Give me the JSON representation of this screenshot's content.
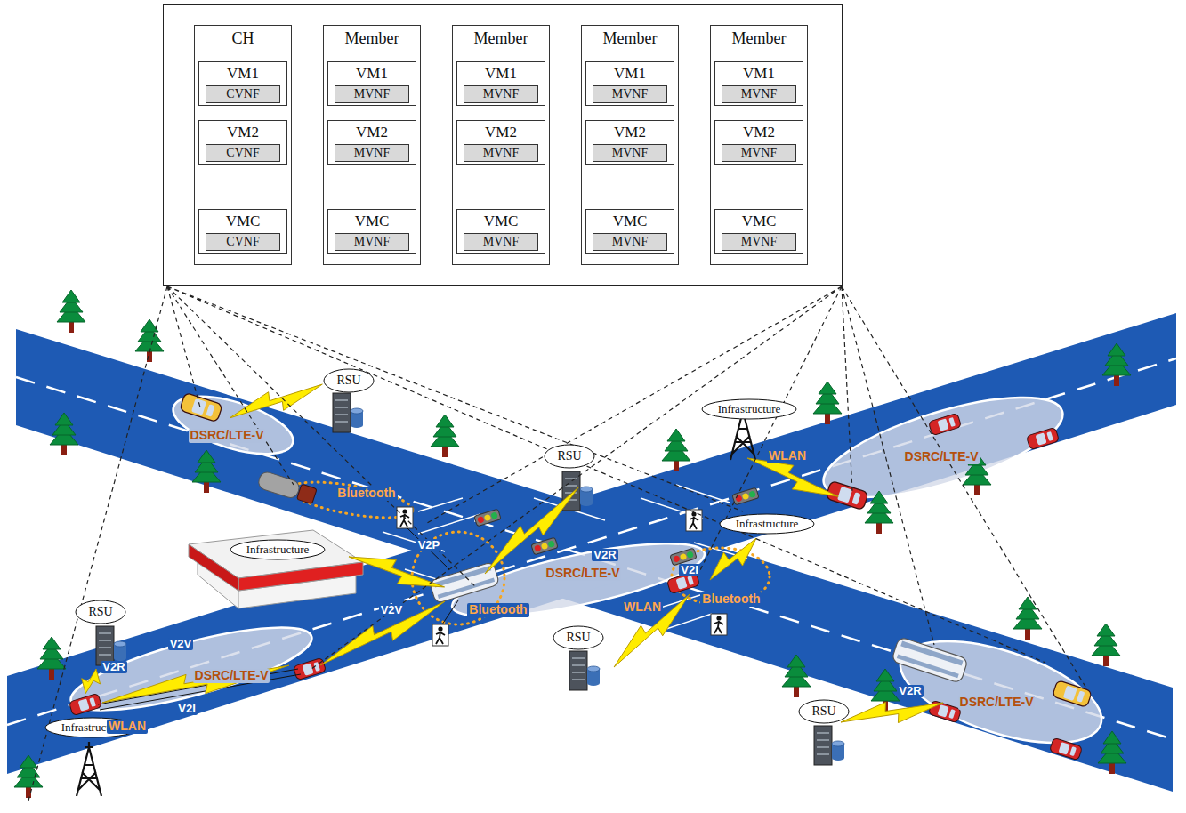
{
  "diagram": {
    "nodes": [
      {
        "text": [
          "CH"
        ]
      },
      {
        "text": [
          "VM1"
        ],
        "in": 0
      },
      {
        "text": [
          "CVNF"
        ],
        "in": 1
      },
      {
        "text": [
          "VM2"
        ],
        "in": 0
      },
      {
        "text": [
          "CVNF"
        ],
        "in": 3
      },
      {
        "text": [
          "VMC"
        ],
        "in": 0
      },
      {
        "text": [
          "CVNF"
        ],
        "in": 5
      },
      {
        "text": [
          "Member"
        ]
      },
      {
        "text": [
          "VM1"
        ],
        "in": 7
      },
      {
        "text": [
          "MVNF"
        ],
        "in": 8
      },
      {
        "text": [
          "VM2"
        ],
        "in": 7
      },
      {
        "text": [
          "MVNF"
        ],
        "in": 10
      },
      {
        "text": [
          "VMC"
        ],
        "in": 7
      },
      {
        "text": [
          "MVNF"
        ],
        "in": 12
      },
      {
        "text": [
          "Member"
        ]
      },
      {
        "text": [
          "VM1"
        ],
        "in": 14
      },
      {
        "text": [
          "MVNF"
        ],
        "in": 15
      },
      {
        "text": [
          "VM2"
        ],
        "in": 14
      },
      {
        "text": [
          "MVNF"
        ],
        "in": 17
      },
      {
        "text": [
          "VMC"
        ],
        "in": 14
      },
      {
        "text": [
          "MVNF"
        ],
        "in": 19
      },
      {
        "text": [
          "Member"
        ]
      },
      {
        "text": [
          "VM1"
        ],
        "in": 21
      },
      {
        "text": [
          "MVNF"
        ],
        "in": 22
      },
      {
        "text": [
          "VM2"
        ],
        "in": 21
      },
      {
        "text": [
          "MVNF"
        ],
        "in": 24
      },
      {
        "text": [
          "VMC"
        ],
        "in": 21
      },
      {
        "text": [
          "MVNF"
        ],
        "in": 26
      },
      {
        "text": [
          "Member"
        ]
      },
      {
        "text": [
          "VM1"
        ],
        "in": 28
      },
      {
        "text": [
          "MVNF"
        ],
        "in": 29
      },
      {
        "text": [
          "VM2"
        ],
        "in": 28
      },
      {
        "text": [
          "MVNF"
        ],
        "in": 31
      },
      {
        "text": [
          "VMC"
        ],
        "in": 28
      },
      {
        "text": [
          "MVNF"
        ],
        "in": 33
      },
      {
        "text": [
          "RSU"
        ]
      },
      {
        "text": [
          "Infrastructure"
        ]
      },
      {
        "text": [
          "RSU"
        ]
      },
      {
        "text": [
          "Infrastructure"
        ]
      },
      {
        "text": [
          "Infrastructure"
        ]
      },
      {
        "text": [
          "RSU"
        ]
      },
      {
        "text": [
          "RSU"
        ]
      },
      {
        "text": [
          "RSU"
        ]
      },
      {
        "text": [
          "Infrastructure"
        ]
      }
    ],
    "labels": [
      "DSRC/LTE-V",
      "WLAN",
      "DSRC/LTE-V",
      "Bluetooth",
      "V2P",
      "V2R",
      "V2I",
      "DSRC/LTE-V",
      "Bluetooth",
      "WLAN",
      "V2V",
      "Bluetooth",
      "V2V",
      "V2R",
      "DSRC/LTE-V",
      "V2R",
      "DSRC/LTE-V",
      "V2I",
      "WLAN"
    ]
  }
}
